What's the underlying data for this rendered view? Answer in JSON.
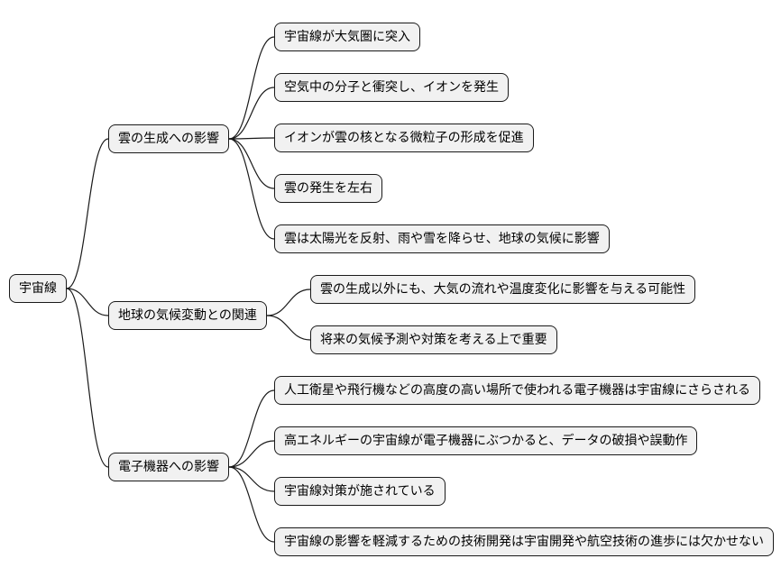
{
  "root": {
    "label": "宇宙線"
  },
  "branches": [
    {
      "label": "雲の生成への影響",
      "children": [
        "宇宙線が大気圏に突入",
        "空気中の分子と衝突し、イオンを発生",
        "イオンが雲の核となる微粒子の形成を促進",
        "雲の発生を左右",
        "雲は太陽光を反射、雨や雪を降らせ、地球の気候に影響"
      ]
    },
    {
      "label": "地球の気候変動との関連",
      "children": [
        "雲の生成以外にも、大気の流れや温度変化に影響を与える可能性",
        "将来の気候予測や対策を考える上で重要"
      ]
    },
    {
      "label": "電子機器への影響",
      "children": [
        "人工衛星や飛行機などの高度の高い場所で使われる電子機器は宇宙線にさらされる",
        "高エネルギーの宇宙線が電子機器にぶつかると、データの破損や誤動作",
        "宇宙線対策が施されている",
        "宇宙線の影響を軽減するための技術開発は宇宙開発や航空技術の進歩には欠かせない"
      ]
    }
  ]
}
